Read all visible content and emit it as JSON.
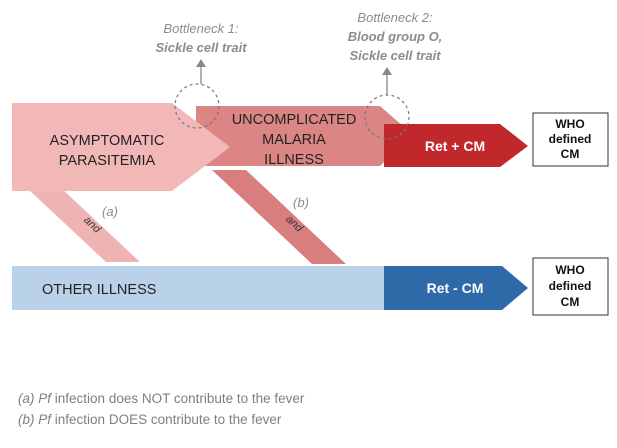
{
  "bottlenecks": [
    {
      "title": "Bottleneck 1:",
      "detail_lines": [
        "Sickle cell trait"
      ]
    },
    {
      "title": "Bottleneck 2:",
      "detail_lines": [
        "Blood group O,",
        "Sickle cell trait"
      ]
    }
  ],
  "stages": {
    "asymptomatic": [
      "ASYMPTOMATIC",
      "PARASITEMIA"
    ],
    "uncomplicated": [
      "UNCOMPLICATED",
      "MALARIA",
      "ILLNESS"
    ],
    "other_illness": "OTHER ILLNESS"
  },
  "outcomes": {
    "ret_plus": "Ret + CM",
    "ret_minus": "Ret - CM"
  },
  "who_box": [
    "WHO",
    "defined",
    "CM"
  ],
  "connectors": {
    "and_label": "and",
    "marker_a": "(a)",
    "marker_b": "(b)"
  },
  "footnotes": [
    {
      "marker": "(a)",
      "italic": "Pf",
      "text": " infection does NOT contribute to the fever"
    },
    {
      "marker": "(b)",
      "italic": "Pf",
      "text": " infection DOES contribute to the fever"
    }
  ],
  "colors": {
    "asymptomatic": "#f2b8b8",
    "uncomplicated": "#dc8585",
    "ret_plus": "#c0282c",
    "other_illness": "#b9d2ea",
    "ret_minus": "#2e6aa8",
    "connector_a": "#efb3b3",
    "connector_b": "#d87e7e",
    "bottleneck_text": "#8c8c8c"
  }
}
